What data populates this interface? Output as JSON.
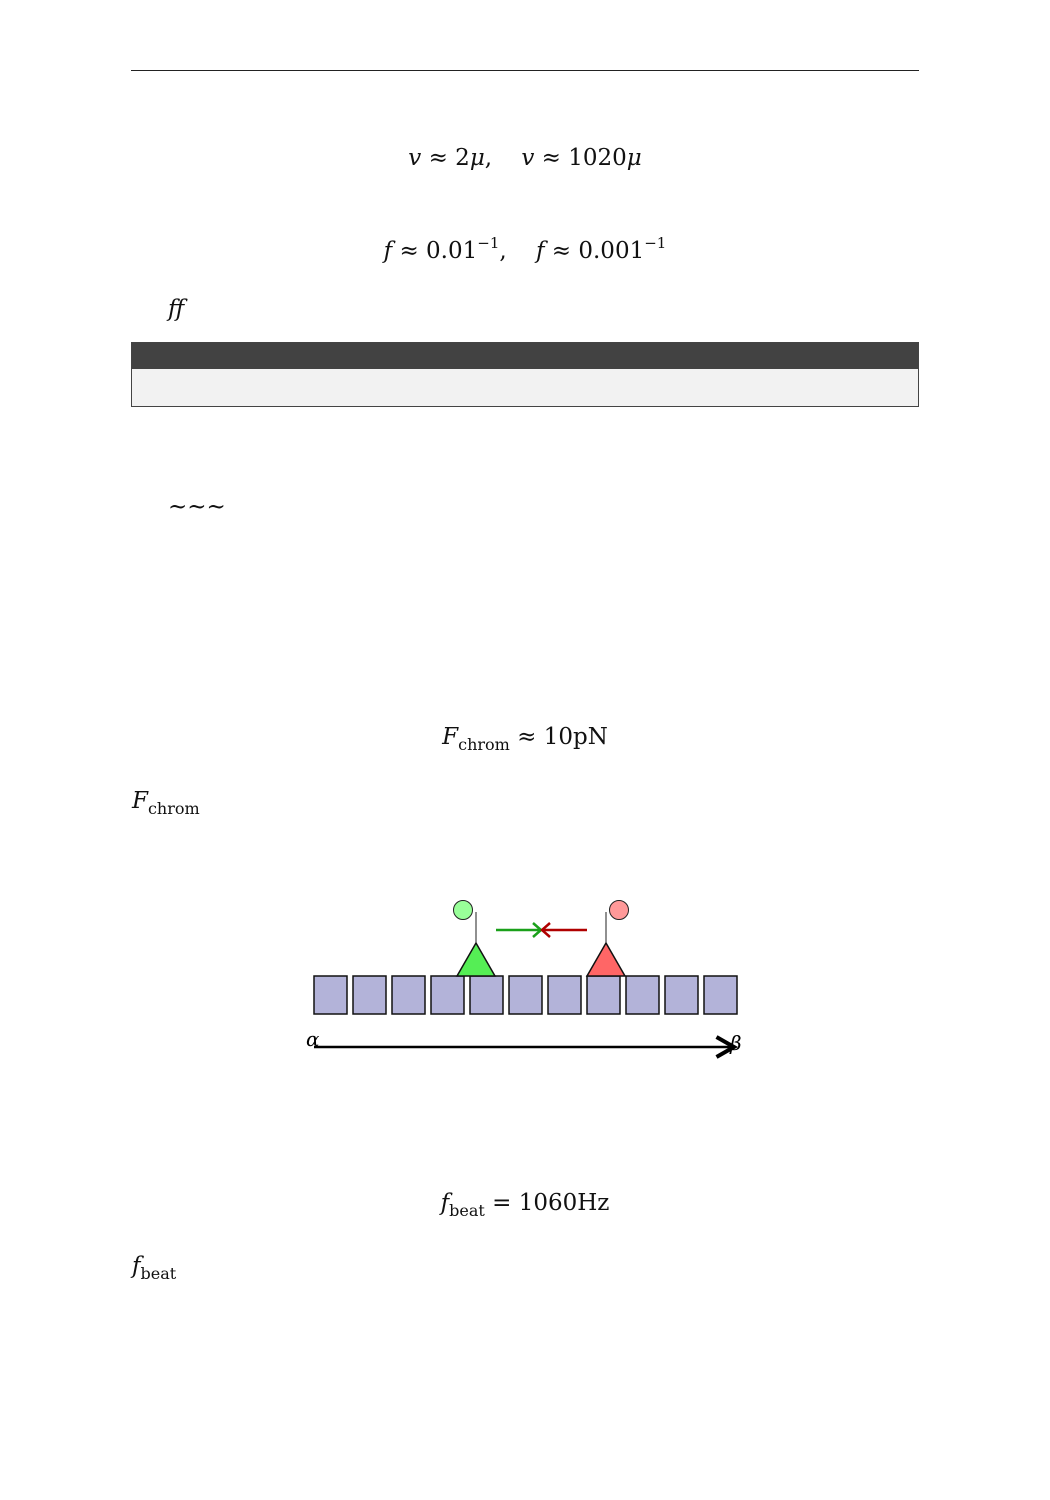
{
  "equations": {
    "eq1": {
      "lhs1": "v",
      "rhs1": " ≈ 2",
      "mu1": "μ",
      "sep": ",    ",
      "lhs2": "v",
      "rhs2": " ≈ 1020",
      "mu2": "μ"
    },
    "eq2": {
      "lhs1": "f",
      "rhs1": " ≈ 0.01",
      "exp1": "−1",
      "sep": ",    ",
      "lhs2": "f",
      "rhs2": " ≈ 0.001",
      "exp2": "−1"
    },
    "eq3": {
      "sym": "F",
      "sub": "chrom",
      "rhs": " ≈ 10pN"
    },
    "eq4": {
      "sym": "f",
      "sub": "beat",
      "rhs": " = 1060Hz"
    }
  },
  "inline": {
    "ff": "ff",
    "tildes": "~~~",
    "fchrom_sym": "F",
    "fchrom_sub": "chrom",
    "fbeat_sym": "f",
    "fbeat_sub": "beat"
  },
  "diagram": {
    "nucleosome_count": 11,
    "green_motor_color": "#55ee55",
    "red_motor_color": "#ff6666",
    "green_ball_color": "#99ff99",
    "red_ball_color": "#ff9999",
    "bead_color": "#b3b3d9",
    "green_arrow_color": "#1aa01a",
    "red_arrow_color": "#b00000",
    "label_start": "α",
    "label_end": "β"
  }
}
